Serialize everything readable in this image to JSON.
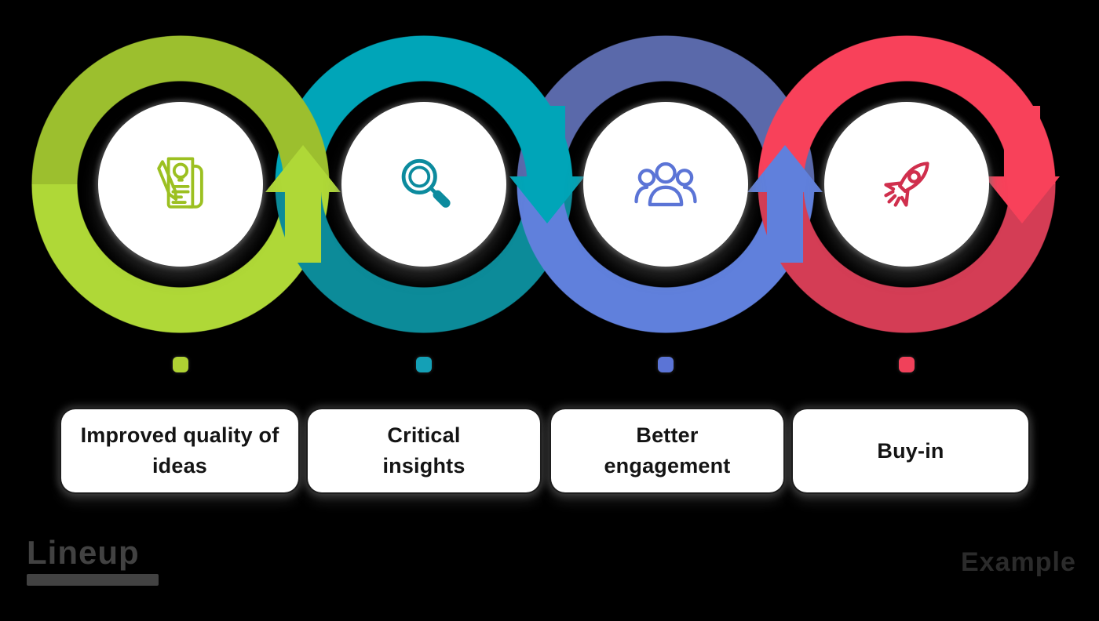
{
  "diagram": {
    "background_color": "#000000",
    "steps": [
      {
        "label": "Improved quality of\nideas",
        "icon": "idea-document-icon",
        "tone_light": "#AFD837",
        "tone_dark": "#9CBF2E",
        "swatch_color": "#AFD233",
        "icon_color": "#9CC021",
        "arrow_direction": "up"
      },
      {
        "label": "Critical\ninsights",
        "icon": "magnifier-icon",
        "tone_light": "#00A5B8",
        "tone_dark": "#0C8B99",
        "swatch_color": "#14A0B6",
        "icon_color": "#0C8B9E",
        "arrow_direction": "down"
      },
      {
        "label": "Better\nengagement",
        "icon": "team-icon",
        "tone_light": "#6080DC",
        "tone_dark": "#5A69AA",
        "swatch_color": "#5B74D6",
        "icon_color": "#5B74D6",
        "arrow_direction": "up"
      },
      {
        "label": "Buy-in",
        "icon": "rocket-icon",
        "tone_light": "#F8415A",
        "tone_dark": "#D43D55",
        "swatch_color": "#F0415A",
        "icon_color": "#D02F4D",
        "arrow_direction": "down"
      }
    ]
  },
  "footer": {
    "brand": "Lineup",
    "watermark": "Example"
  }
}
